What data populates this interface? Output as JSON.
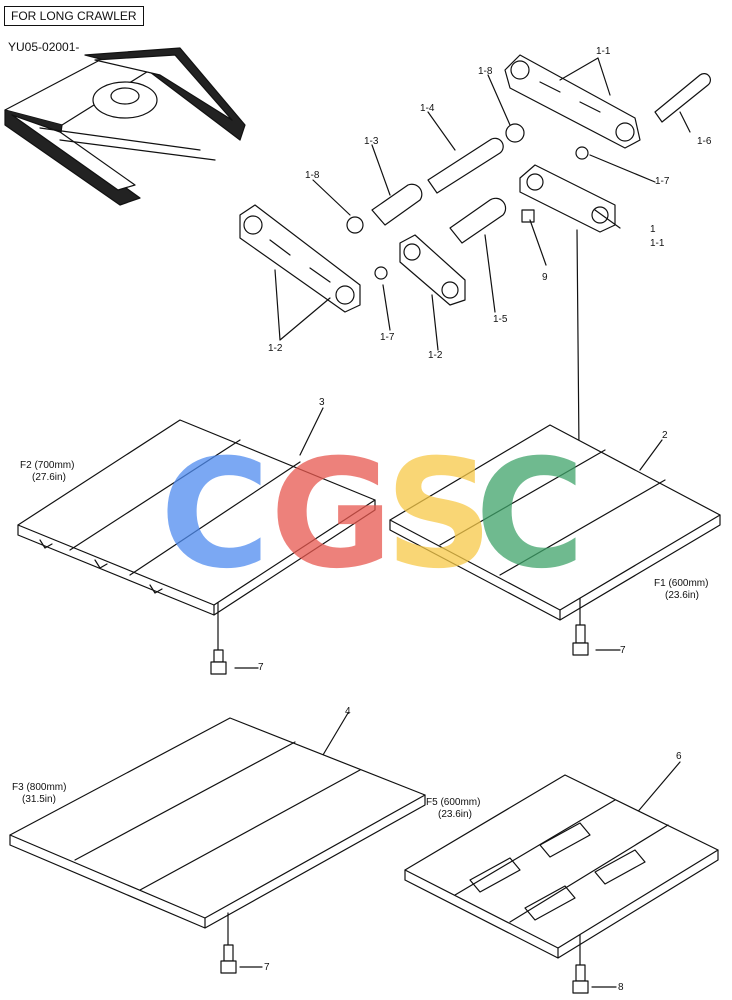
{
  "header": {
    "box_label": "FOR LONG CRAWLER",
    "serial": "YU05-02001-"
  },
  "callouts": {
    "c1_1_top": "1-1",
    "c1_8_top": "1-8",
    "c1_4": "1-4",
    "c1_6": "1-6",
    "c1_3": "1-3",
    "c1_8_left": "1-8",
    "c1_7_right": "1-7",
    "c1": "1",
    "c1_1_bottom": "1-1",
    "c9": "9",
    "c1_5": "1-5",
    "c1_7_mid": "1-7",
    "c1_2_left": "1-2",
    "c1_2_mid": "1-2",
    "c3": "3",
    "c2": "2",
    "c7_a": "7",
    "c7_b": "7",
    "c4": "4",
    "c6": "6",
    "c7_c": "7",
    "c8": "8"
  },
  "shoes": {
    "f2": {
      "name": "F2 (700mm)",
      "inch": "(27.6in)"
    },
    "f1": {
      "name": "F1 (600mm)",
      "inch": "(23.6in)"
    },
    "f3": {
      "name": "F3 (800mm)",
      "inch": "(31.5in)"
    },
    "f5": {
      "name": "F5 (600mm)",
      "inch": "(23.6in)"
    }
  },
  "watermark": {
    "letters": [
      "C",
      "G",
      "S",
      "C"
    ],
    "colors": [
      "#4f8cf0",
      "#e8584f",
      "#f7c948",
      "#3fa46a"
    ]
  }
}
